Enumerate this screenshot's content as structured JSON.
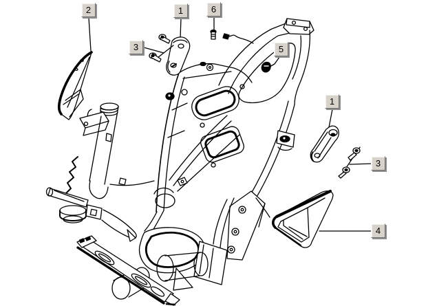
{
  "diagram": {
    "background": "#ffffff",
    "line_color": "#000000",
    "description": "Exploded line-art diagram of a scooter frame with numbered part callouts",
    "callouts": [
      {
        "label": "2"
      },
      {
        "label": "1"
      },
      {
        "label": "6"
      },
      {
        "label": "3"
      },
      {
        "label": "5"
      },
      {
        "label": "1"
      },
      {
        "label": "3"
      },
      {
        "label": "4"
      }
    ],
    "callout_style": {
      "fill": "#d7d3cb",
      "highlight": "#ffffff",
      "border_dark": "#6e6e6e",
      "shadow": "#8f8f8f",
      "text_color": "#000000"
    }
  }
}
